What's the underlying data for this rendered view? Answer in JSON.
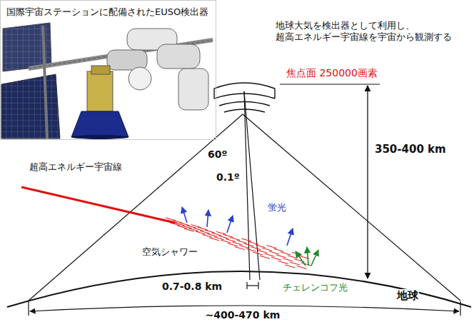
{
  "diagram": {
    "nodes": [
      {
        "text": [
          "国際宇宙ステーションに配備されたEUSO検出器"
        ]
      }
    ],
    "labels": [
      "地球大気を検出器として利用し、 超高エネルギー宇宙線を宇宙から観測する",
      "焦点面 250000画素",
      "350-400 km",
      "60º",
      "0.1º",
      "超高エネルギー宇宙線",
      "蛍光",
      "空気シャワー",
      "チェレンコフ光",
      "0.7-0.8 km",
      "地球",
      "~400-470 km"
    ]
  }
}
